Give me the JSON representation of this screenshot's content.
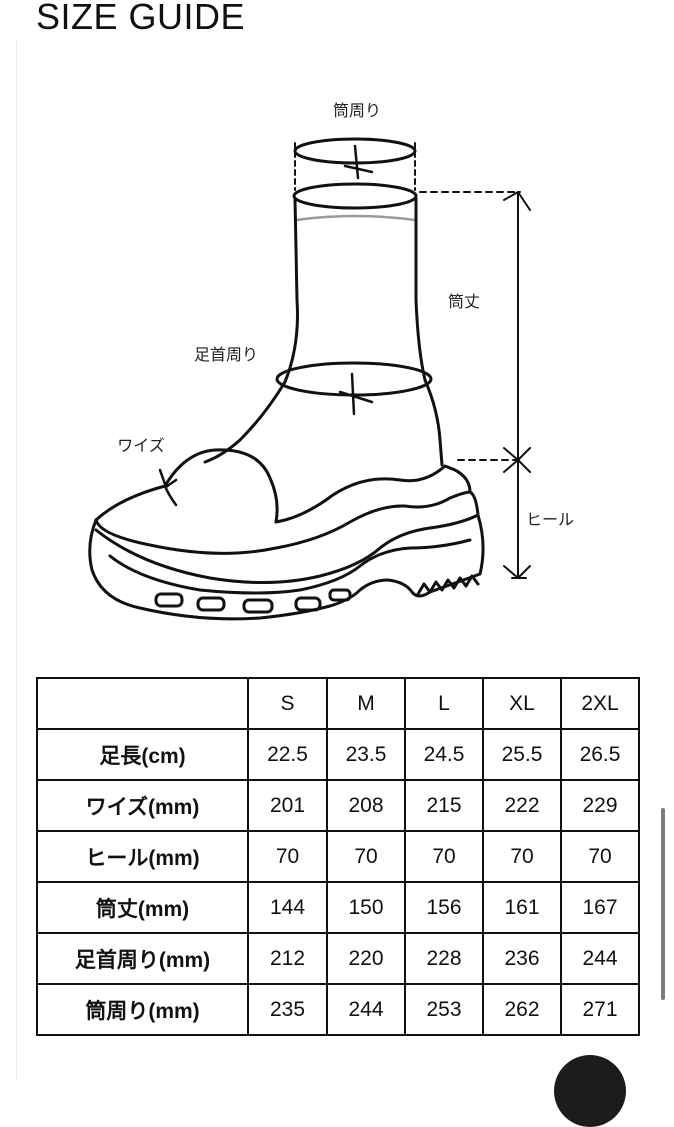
{
  "page": {
    "title": "SIZE GUIDE"
  },
  "diagram": {
    "labels": {
      "shaft_circumference": "筒周り",
      "shaft_height": "筒丈",
      "ankle_circumference": "足首周り",
      "width": "ワイズ",
      "heel": "ヒール"
    }
  },
  "table": {
    "sizes": [
      "S",
      "M",
      "L",
      "XL",
      "2XL"
    ],
    "rows": [
      {
        "label": "足長(cm)",
        "values": [
          "22.5",
          "23.5",
          "24.5",
          "25.5",
          "26.5"
        ]
      },
      {
        "label": "ワイズ(mm)",
        "values": [
          "201",
          "208",
          "215",
          "222",
          "229"
        ]
      },
      {
        "label": "ヒール(mm)",
        "values": [
          "70",
          "70",
          "70",
          "70",
          "70"
        ]
      },
      {
        "label": "筒丈(mm)",
        "values": [
          "144",
          "150",
          "156",
          "161",
          "167"
        ]
      },
      {
        "label": "足首周り(mm)",
        "values": [
          "212",
          "220",
          "228",
          "236",
          "244"
        ]
      },
      {
        "label": "筒周り(mm)",
        "values": [
          "235",
          "244",
          "253",
          "262",
          "271"
        ]
      }
    ]
  }
}
